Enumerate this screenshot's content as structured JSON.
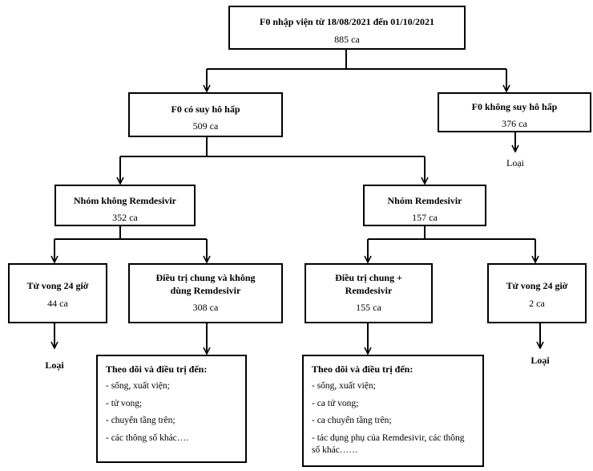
{
  "diagram": {
    "root": {
      "title": "F0 nhập viện từ 18/08/2021 đến 01/10/2021",
      "count": "885 ca"
    },
    "resp_yes": {
      "title": "F0 có suy hô hấp",
      "count": "509 ca"
    },
    "resp_no": {
      "title": "F0 không suy hô hấp",
      "count": "376 ca",
      "outcome": "Loại"
    },
    "no_remdesivir": {
      "title": "Nhóm không Remdesivir",
      "count": "352 ca"
    },
    "remdesivir": {
      "title": "Nhóm Remdesivir",
      "count": "157 ca"
    },
    "death_left": {
      "title": "Tử vong 24 giờ",
      "count": "44 ca",
      "outcome": "Loại"
    },
    "treat_no_rem": {
      "title_line1": "Điều trị chung và không",
      "title_line2": "dùng Remdesivir",
      "count": "308 ca"
    },
    "treat_rem": {
      "title_line1": "Điều trị chung +",
      "title_line2": "Remdesivir",
      "count": "155 ca"
    },
    "death_right": {
      "title": "Tử vong 24 giờ",
      "count": "2 ca",
      "outcome": "Loại"
    },
    "follow_left": {
      "title": "Theo dõi và điều trị đến:",
      "items": [
        "- sống, xuất viện;",
        "- tử vong;",
        "- chuyển tầng trên;",
        "- các thông số khác…."
      ]
    },
    "follow_right": {
      "title": "Theo dõi và điều trị đến:",
      "items": [
        "- sống, xuất viện;",
        "- ca tử vong;",
        "- ca chuyển tầng trên;",
        "- tác dụng phụ của Remdesivir, các thông số khác……"
      ]
    }
  }
}
